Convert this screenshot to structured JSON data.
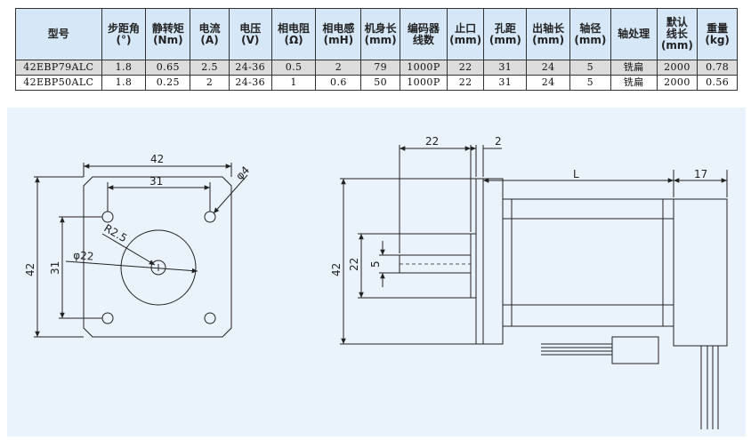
{
  "table": {
    "headers": [
      "型号",
      "步距角\n(°)",
      "静转矩\n(Nm)",
      "电流\n(A)",
      "电压\n(V)",
      "相电阻\n(Ω)",
      "相电感\n(mH)",
      "机身长\n(mm)",
      "编码器\n线数",
      "止口\n(mm)",
      "孔距\n(mm)",
      "出轴长\n(mm)",
      "轴径\n(mm)",
      "轴处理",
      "默认\n线长\n(mm)",
      "重量\n(kg)"
    ],
    "rows": [
      [
        "42EBP79ALC",
        "1.8",
        "0.65",
        "2.5",
        "24-36",
        "0.5",
        "2",
        "79",
        "1000P",
        "22",
        "31",
        "24",
        "5",
        "铣扁",
        "2000",
        "0.78"
      ],
      [
        "42EBP50ALC",
        "1.8",
        "0.25",
        "2",
        "24-36",
        "1",
        "0.6",
        "50",
        "1000P",
        "22",
        "31",
        "24",
        "5",
        "铣扁",
        "2000",
        "0.56"
      ]
    ]
  },
  "front_view": {
    "dim_42_top": "42",
    "dim_31_top": "31",
    "dim_hole": "φ4",
    "dim_radius": "R2.5",
    "dim_pilot": "φ22",
    "dim_42_left": "42",
    "dim_31_left": "31"
  },
  "side_view": {
    "dim_22_top": "22",
    "dim_2_top": "2",
    "dim_L": "L",
    "dim_17": "17",
    "dim_42_left": "42",
    "dim_22_left": "22",
    "dim_5_left": "5"
  }
}
